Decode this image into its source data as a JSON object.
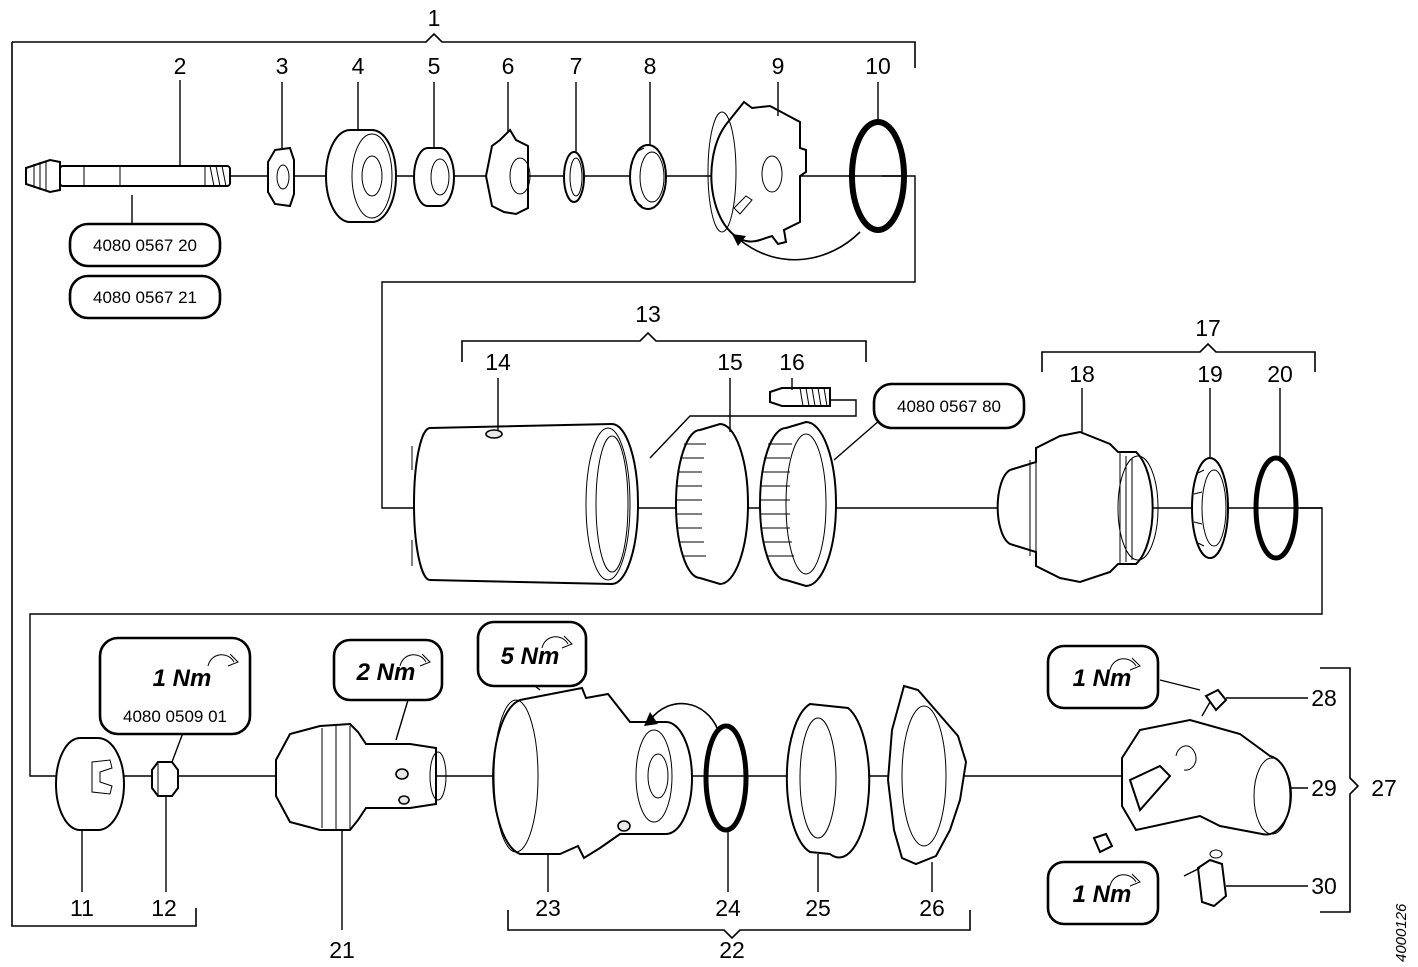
{
  "item_numbers": [
    "1",
    "2",
    "3",
    "4",
    "5",
    "6",
    "7",
    "8",
    "9",
    "10",
    "11",
    "12",
    "13",
    "14",
    "15",
    "16",
    "17",
    "18",
    "19",
    "20",
    "21",
    "22",
    "23",
    "24",
    "25",
    "26",
    "27",
    "28",
    "29",
    "30"
  ],
  "part_numbers": {
    "shaft_a": "4080 0567 20",
    "shaft_b": "4080 0567 21",
    "bearing_set": "4080 0567 80",
    "nut": "4080 0509 01"
  },
  "torques": {
    "nut": "1 Nm",
    "spindle": "2 Nm",
    "housing": "5 Nm",
    "screw_top": "1 Nm",
    "screw_bottom": "1 Nm"
  },
  "torque_icon": "rotation-arrow-icon",
  "document_id": "4000126"
}
